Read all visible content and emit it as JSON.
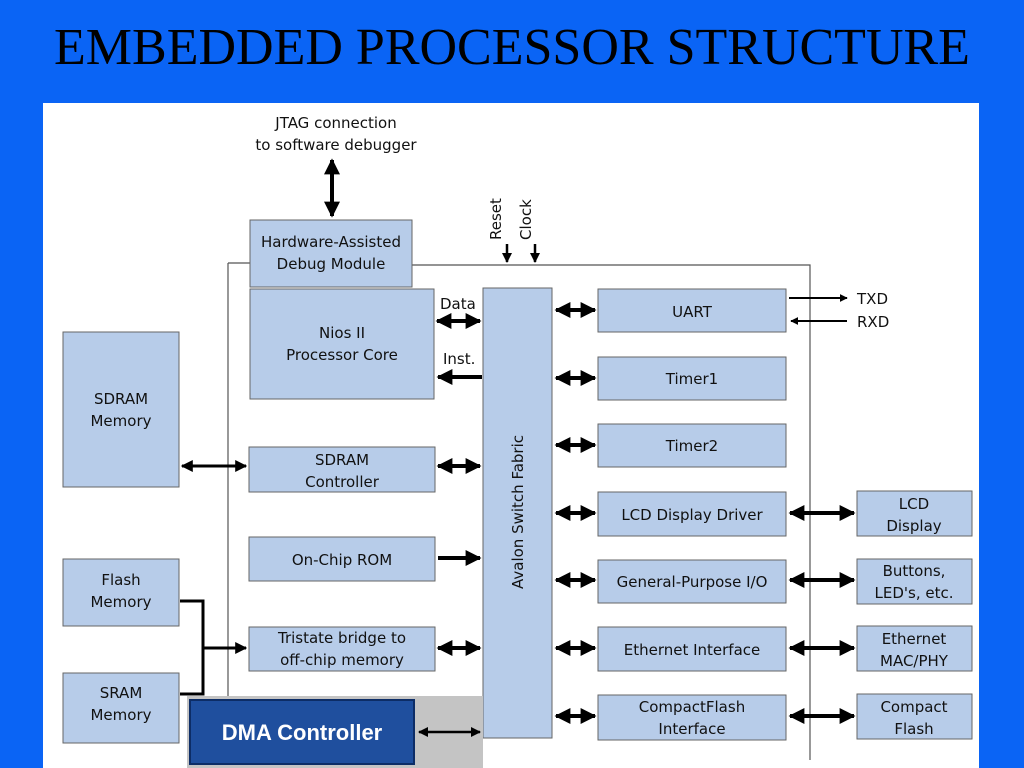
{
  "slide": {
    "title": "EMBEDDED PROCESSOR STRUCTURE"
  },
  "diagram": {
    "jtag": [
      "JTAG connection",
      "to software debugger"
    ],
    "reset": "Reset",
    "clock": "Clock",
    "debug_module": [
      "Hardware-Assisted",
      "Debug Module"
    ],
    "processor": [
      "Nios II",
      "Processor Core"
    ],
    "data_label": "Data",
    "inst_label": "Inst.",
    "fabric": "Avalon Switch Fabric",
    "sdram_memory": [
      "SDRAM",
      "Memory"
    ],
    "sdram_controller": [
      "SDRAM",
      "Controller"
    ],
    "onchip_rom": "On-Chip ROM",
    "flash_memory": [
      "Flash",
      "Memory"
    ],
    "sram_memory": [
      "SRAM",
      "Memory"
    ],
    "tristate_bridge": [
      "Tristate bridge to",
      "off-chip memory"
    ],
    "dma_controller": "DMA Controller",
    "uart": "UART",
    "txd": "TXD",
    "rxd": "RXD",
    "timer1": "Timer1",
    "timer2": "Timer2",
    "lcd_driver": "LCD Display Driver",
    "gpio": "General-Purpose I/O",
    "ethernet_if": "Ethernet Interface",
    "cf_if": [
      "CompactFlash",
      "Interface"
    ],
    "lcd_display": [
      "LCD",
      "Display"
    ],
    "buttons": [
      "Buttons,",
      "LED's, etc."
    ],
    "ethernet_phy": [
      "Ethernet",
      "MAC/PHY"
    ],
    "compact_flash": [
      "Compact",
      "Flash"
    ]
  },
  "colors": {
    "background": "#0a64f5",
    "box_fill": "#b7cce9",
    "dma_fill": "#1f4f9e"
  }
}
